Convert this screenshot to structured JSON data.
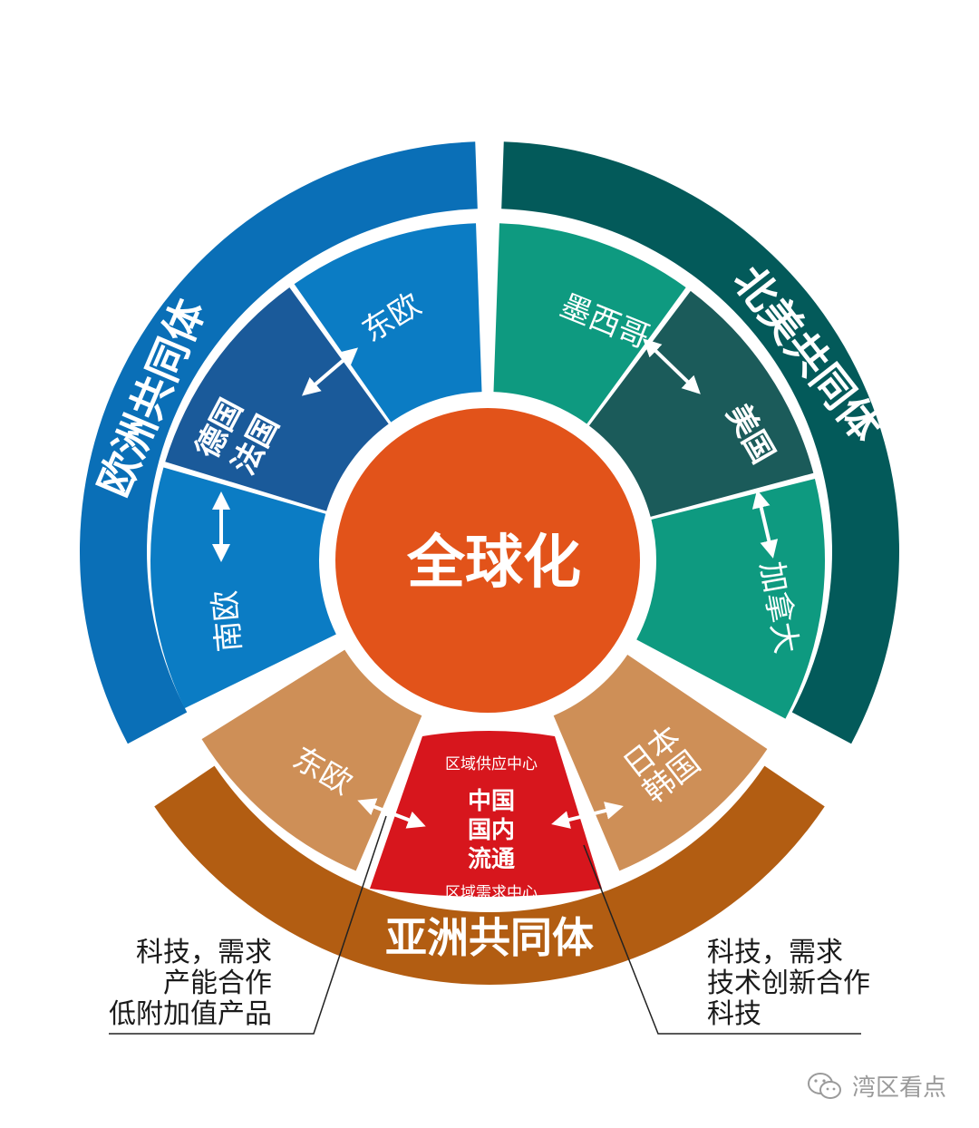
{
  "center": {
    "label": "全球化",
    "color": "#E2531A"
  },
  "europe": {
    "title": "欧洲共同体",
    "outer_color": "#0A6FB7",
    "segments": {
      "east": "东欧",
      "core_line1": "德国",
      "core_line2": "法国",
      "south": "南欧"
    },
    "colors": {
      "east": "#0B7CC4",
      "core": "#1A5A9A",
      "south": "#0B7CC4"
    }
  },
  "north_america": {
    "title": "北美共同体",
    "outer_color": "#035A5A",
    "segments": {
      "mexico": "墨西哥",
      "usa": "美国",
      "canada": "加拿大"
    },
    "colors": {
      "mexico": "#0E9A80",
      "usa": "#1B5B5A",
      "canada": "#0E9A80"
    }
  },
  "asia": {
    "title": "亚洲共同体",
    "outer_color": "#B25D12",
    "segments": {
      "east": "东欧",
      "japan_korea_line1": "日本",
      "japan_korea_line2": "韩国"
    },
    "colors": {
      "side": "#CE8F57"
    },
    "china": {
      "color": "#D7161D",
      "top_caption": "区域供应中心",
      "line1": "中国",
      "line2": "国内",
      "line3": "流通",
      "bottom_caption": "区域需求中心"
    }
  },
  "left_note": {
    "line1": "科技，需求",
    "line2": "产能合作",
    "line3": "低附加值产品"
  },
  "right_note": {
    "line1": "科技，需求",
    "line2": "技术创新合作",
    "line3": "科技"
  },
  "watermark": {
    "text": "湾区看点",
    "icon": "wechat-icon"
  }
}
